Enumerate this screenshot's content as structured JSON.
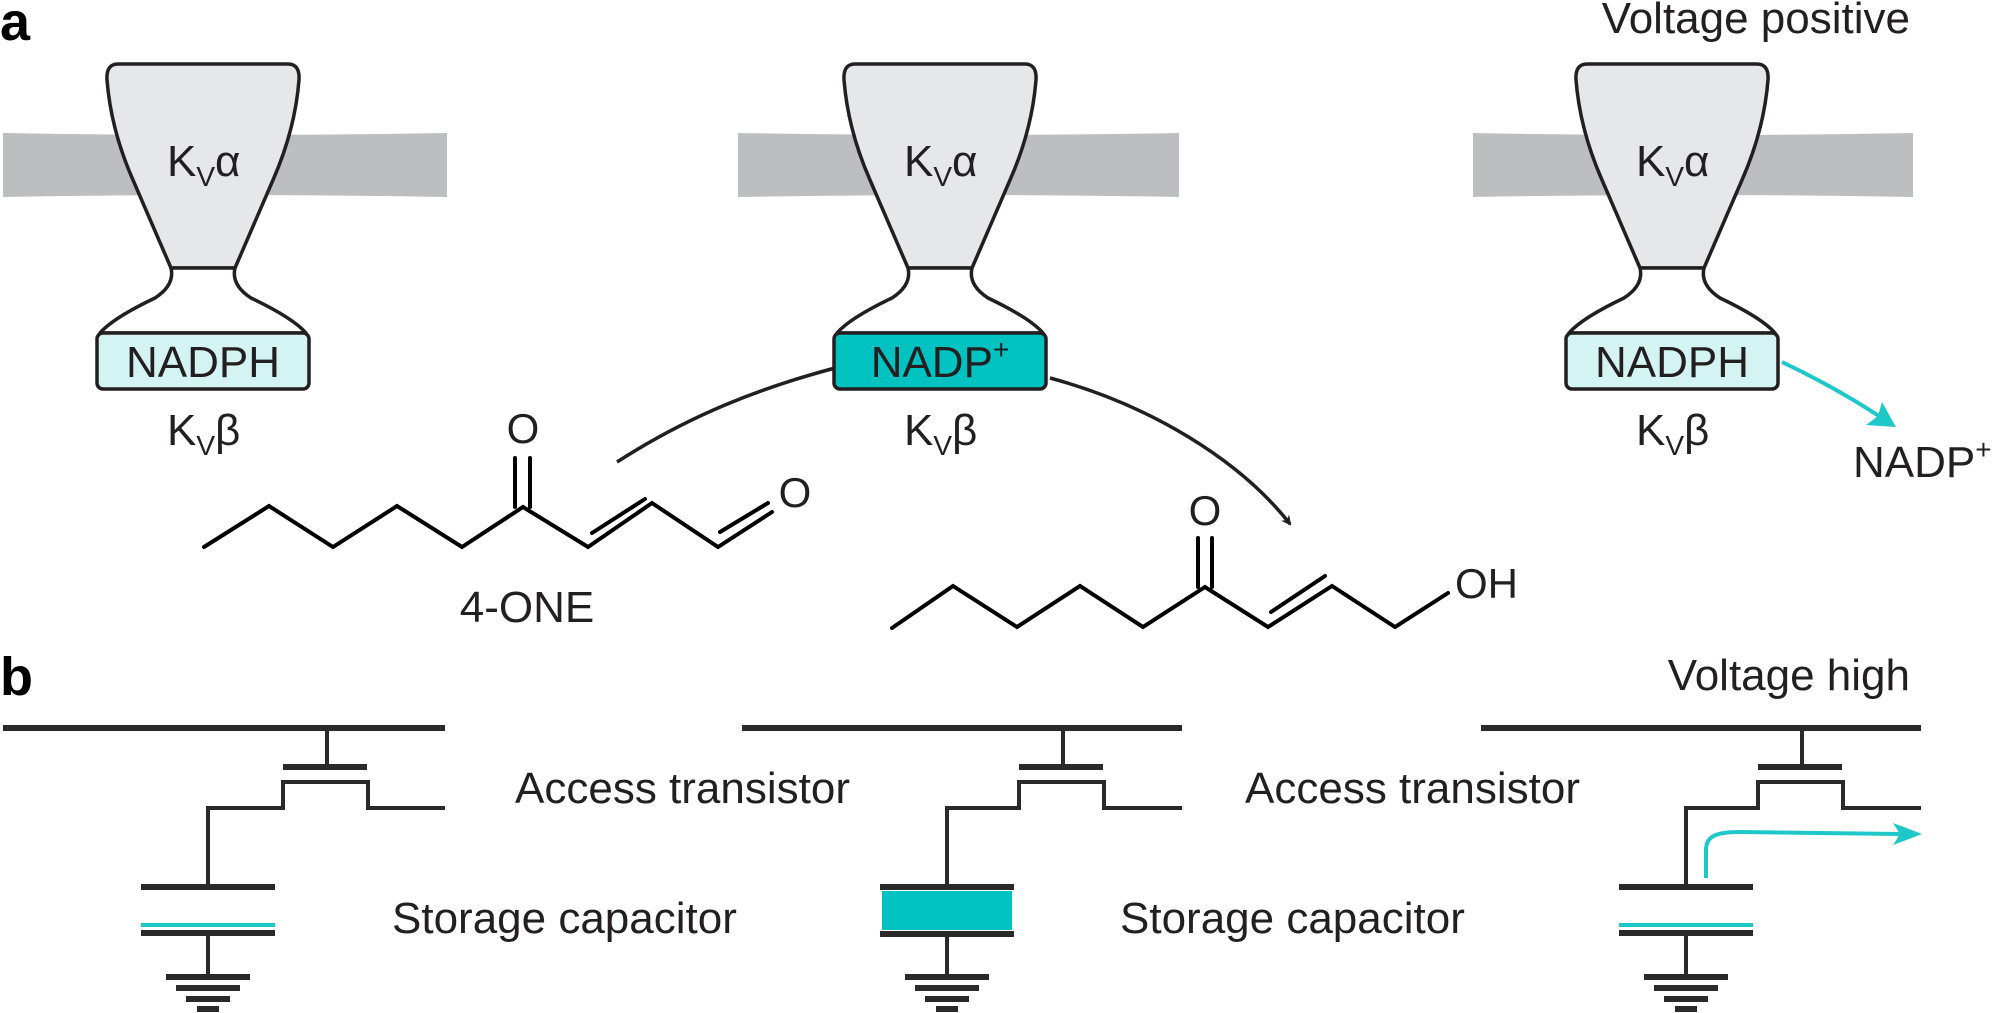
{
  "panels": {
    "a": {
      "label": "a",
      "condition_label": "Voltage positive",
      "channels": [
        {
          "alpha": {
            "base": "K",
            "sub": "V",
            "greek": "α"
          },
          "beta": {
            "base": "K",
            "sub": "V",
            "greek": "β"
          },
          "cofactor": {
            "text": "NADPH",
            "sup": "",
            "state": "reduced"
          }
        },
        {
          "alpha": {
            "base": "K",
            "sub": "V",
            "greek": "α"
          },
          "beta": {
            "base": "K",
            "sub": "V",
            "greek": "β"
          },
          "cofactor": {
            "text": "NADP",
            "sup": "+",
            "state": "oxidized"
          }
        },
        {
          "alpha": {
            "base": "K",
            "sub": "V",
            "greek": "α"
          },
          "beta": {
            "base": "K",
            "sub": "V",
            "greek": "β"
          },
          "cofactor": {
            "text": "NADPH",
            "sup": "",
            "state": "reduced"
          }
        }
      ],
      "released": {
        "text": "NADP",
        "sup": "+"
      },
      "substrate": {
        "name": "4-ONE",
        "atoms": [
          "O",
          "O"
        ]
      },
      "product": {
        "atoms": [
          "O",
          "OH"
        ]
      }
    },
    "b": {
      "label": "b",
      "condition_label": "Voltage high",
      "access_transistor_label": "Access transistor",
      "storage_capacitor_label": "Storage capacitor",
      "cells": [
        {
          "capacitor_state": "empty"
        },
        {
          "capacitor_state": "charged"
        },
        {
          "capacitor_state": "discharging"
        }
      ]
    }
  },
  "colors": {
    "membrane": "#bcbec0",
    "kv_alpha": "#e6e7e8",
    "nadph": "#d4f4f3",
    "nadp_plus": "#00c2c0",
    "accent": "#1fc8c8",
    "line": "#231f20"
  }
}
